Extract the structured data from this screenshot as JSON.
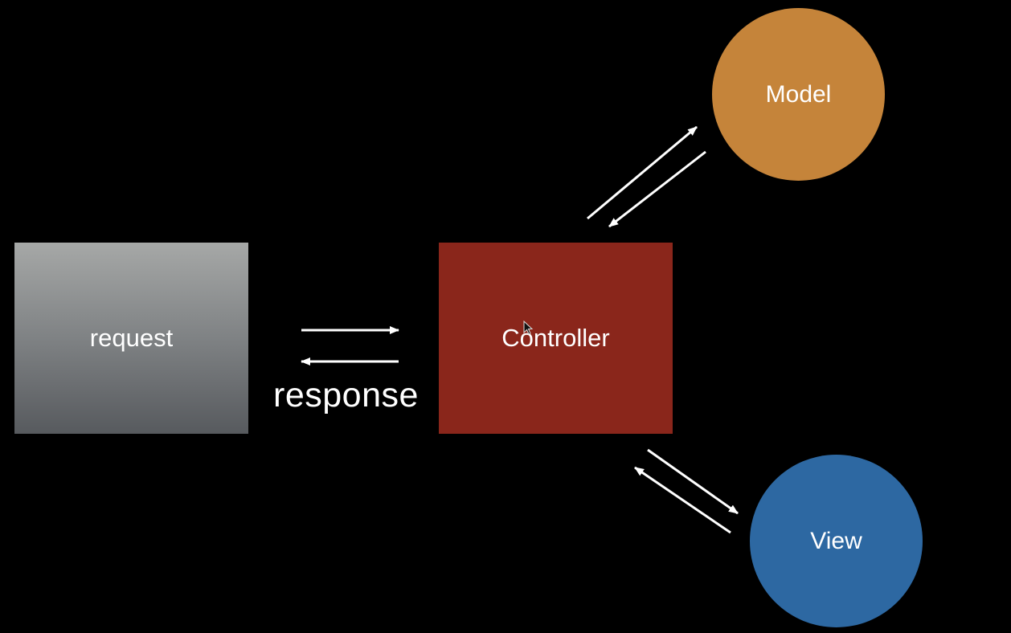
{
  "diagram": {
    "request_label": "request",
    "response_label": "response",
    "controller_label": "Controller",
    "model_label": "Model",
    "view_label": "View"
  },
  "colors": {
    "background": "#000000",
    "request": "#8a8c8e",
    "controller": "#8a261b",
    "model": "#c5843a",
    "view": "#2d68a2",
    "arrow": "#ffffff"
  },
  "icons": {
    "cursor": "mouse-pointer-icon"
  }
}
